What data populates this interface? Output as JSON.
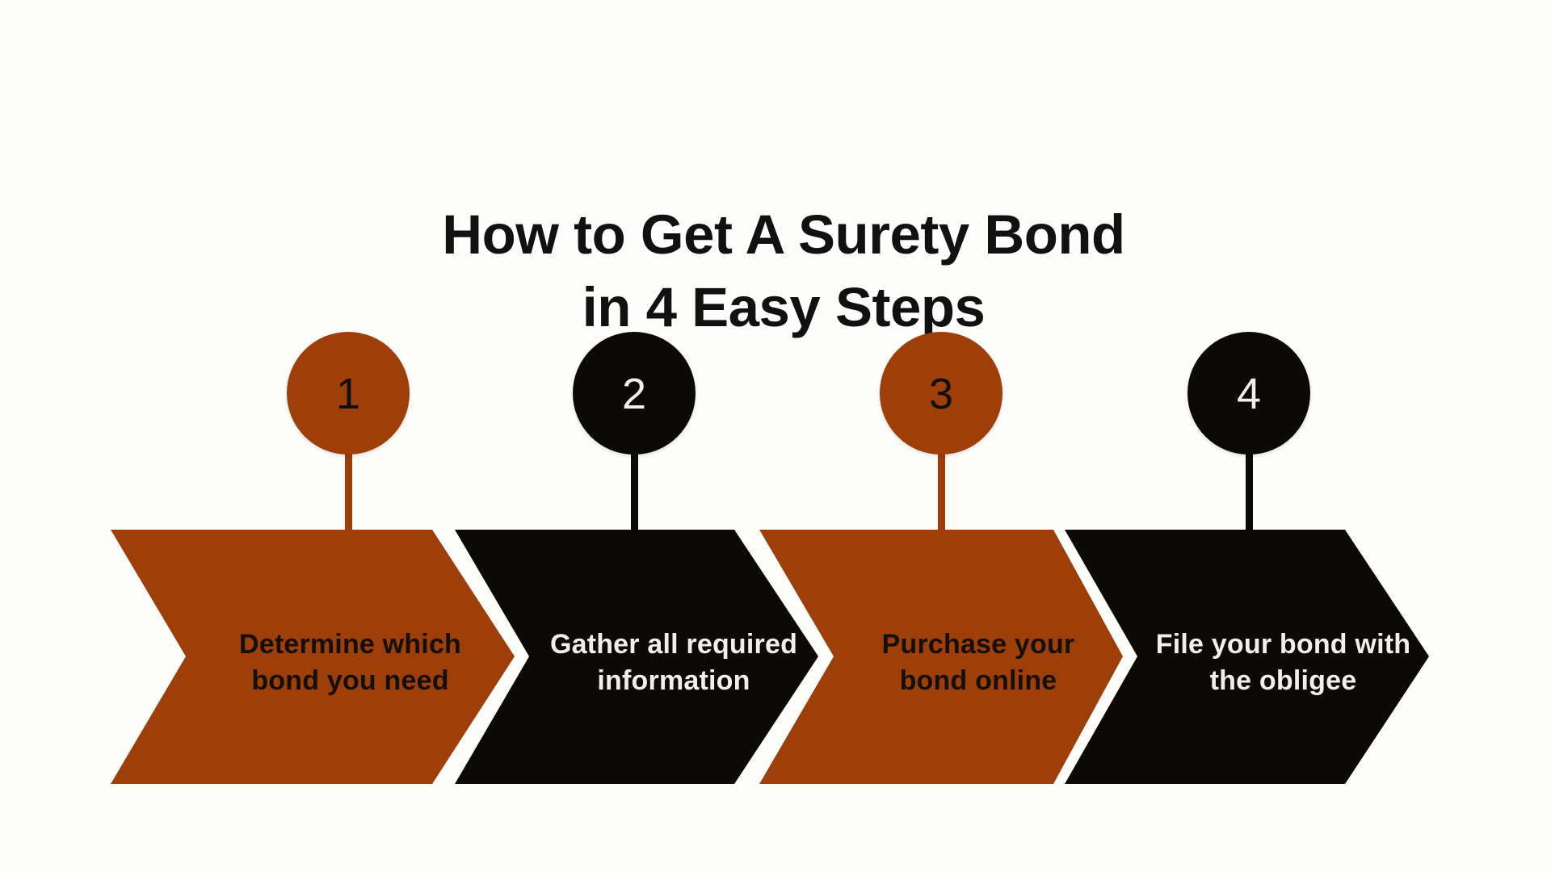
{
  "title": {
    "line1": "How to Get A Surety Bond",
    "line2": "in 4 Easy Steps"
  },
  "steps": [
    {
      "number": "1",
      "variant": "orange",
      "label_line1": "Determine which",
      "label_line2": "bond you need"
    },
    {
      "number": "2",
      "variant": "black",
      "label_line1": "Gather all required",
      "label_line2": "information"
    },
    {
      "number": "3",
      "variant": "orange",
      "label_line1": "Purchase your",
      "label_line2": "bond online"
    },
    {
      "number": "4",
      "variant": "black",
      "label_line1": "File your bond with",
      "label_line2": "the obligee"
    }
  ],
  "colors": {
    "orange": "#9e3e08",
    "black": "#0b0a08",
    "background": "#fdfdfc",
    "title": "#111111",
    "text_on_orange": "#140f07",
    "text_on_black": "#f0efe9"
  }
}
